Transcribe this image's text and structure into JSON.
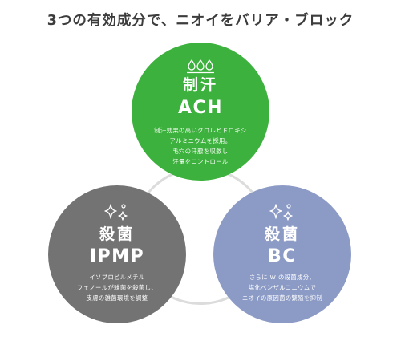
{
  "headline": "3つの有効成分で、ニオイをバリア・ブロック",
  "circles": {
    "ach": {
      "category": "制汗",
      "abbr": "ACH",
      "icon": "sweat-drops-icon",
      "color": "#3db13d",
      "lines": [
        "制汗効果の高いクロルヒドロキシ",
        "アルミニウムを採用。",
        "毛穴の汗腺を収斂し",
        "汗量をコントロール"
      ]
    },
    "ipmp": {
      "category": "殺菌",
      "abbr": "IPMP",
      "icon": "sparkle-icon",
      "color": "#737373",
      "lines": [
        "イソプロピルメチル",
        "フェノールが雑菌を殺菌し、",
        "皮膚の雑菌環境を調整"
      ]
    },
    "bc": {
      "category": "殺菌",
      "abbr": "BC",
      "icon": "sparkle-icon",
      "color": "#8c9bc6",
      "lines": [
        "さらに W の殺菌成分、",
        "塩化ベンザルコニウムで",
        "ニオイの原因菌の繁殖を抑制"
      ]
    }
  }
}
